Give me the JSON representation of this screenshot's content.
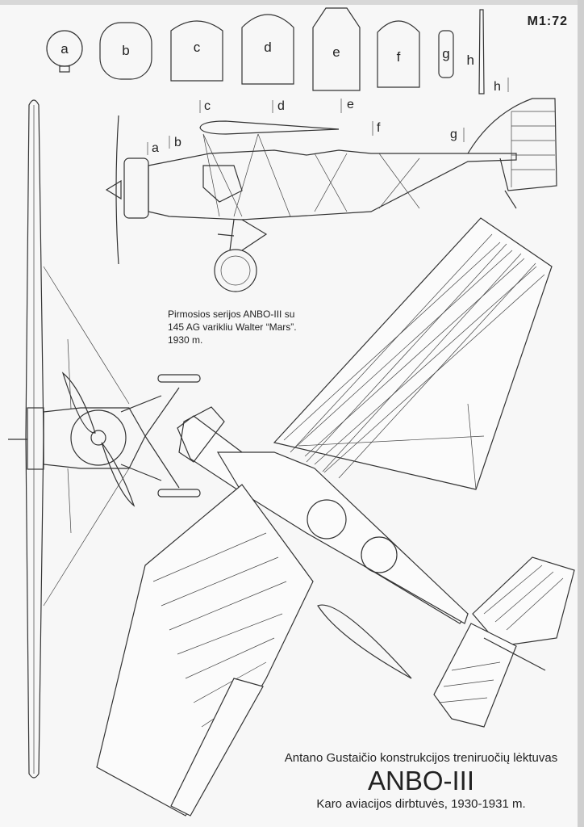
{
  "scale": "M1:72",
  "sections": [
    "a",
    "b",
    "c",
    "d",
    "e",
    "f",
    "g",
    "h"
  ],
  "stations": [
    "a",
    "b",
    "c",
    "d",
    "e",
    "f",
    "g",
    "h"
  ],
  "caption": {
    "line1": "Pirmosios serijos ANBO-III su",
    "line2": "145 AG varikliu Walter “Mars”.",
    "line3": "1930 m."
  },
  "title_block": {
    "subtitle": "Antano Gustaičio konstrukcijos treniruočių lėktuvas",
    "title": "ANBO-III",
    "maker": "Karo aviacijos dirbtuvės, 1930-1931 m."
  }
}
